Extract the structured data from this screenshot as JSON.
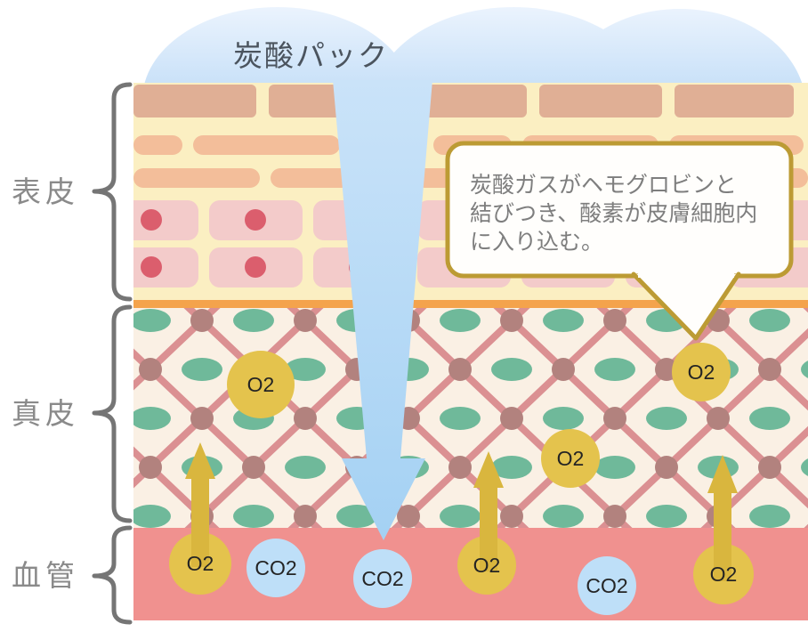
{
  "diagram": {
    "title": "炭酸パック",
    "layers": {
      "epidermis": "表皮",
      "dermis": "真皮",
      "vessel": "血管"
    },
    "callout": {
      "lines": [
        "炭酸ガスがヘモグロビンと",
        "結びつき、酸素が皮膚細胞内",
        "に入り込む。"
      ]
    },
    "molecules": {
      "o2": "O2",
      "co2": "CO2"
    },
    "colors": {
      "pack_blue_top": "#EEF5FE",
      "pack_blue_bottom": "#C9E1F8",
      "arrow_blue_top": "#CAE3F9",
      "arrow_blue_bottom": "#A4D1F3",
      "epidermis_cream": "#FBEFC2",
      "brick_salmon": "#E0AF95",
      "pill_salmon": "#F3BE9A",
      "cell_pink": "#F3CBCA",
      "nucleus_red": "#DB5E6D",
      "membrane_orange": "#F4A34C",
      "dermis_cream": "#FAF0E4",
      "lattice_pink": "#DB9092",
      "lattice_knot": "#B2827E",
      "collagen_green": "#6FB99A",
      "vessel_pink": "#F0918F",
      "o2_yellow": "#E4C34D",
      "o2_arrow_yellow": "#D9B63E",
      "co2_blue": "#BEDFF8",
      "callout_gold": "#BC9B34",
      "callout_fill": "#FFFEFC",
      "callout_text": "#7E7E7E",
      "title_color": "#4B545E",
      "label_gray": "#8A8A8A",
      "brace_gray": "#757575",
      "molecule_text": "#242424"
    }
  }
}
